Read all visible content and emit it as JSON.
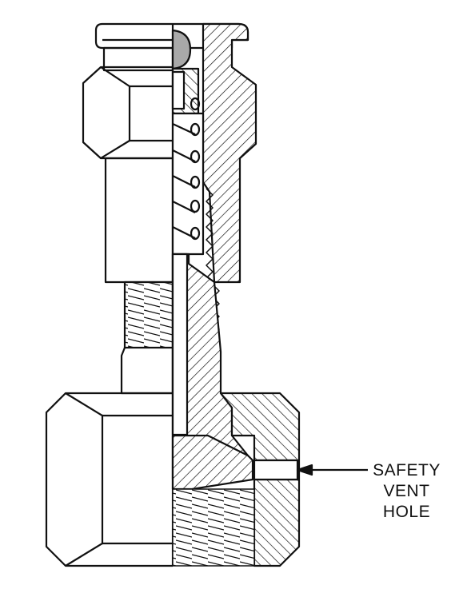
{
  "callout": {
    "lines": [
      "SAFETY",
      "VENT",
      "HOLE"
    ]
  },
  "colors": {
    "stroke": "#111111",
    "background": "#ffffff",
    "seal_ball": "#a9a9a9"
  }
}
